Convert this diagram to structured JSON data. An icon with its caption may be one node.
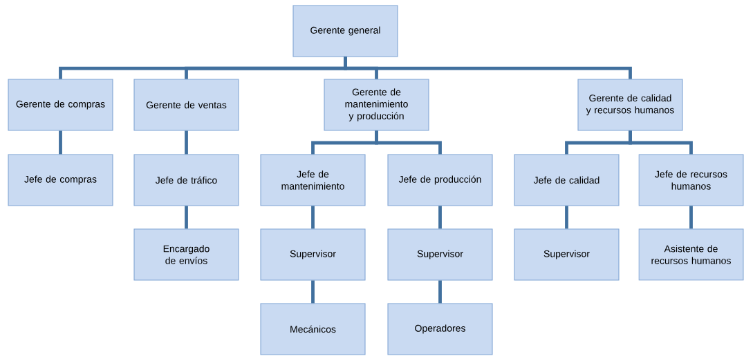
{
  "diagram": {
    "nodes": [
      {
        "text": [
          "Gerente general"
        ]
      },
      {
        "text": [
          "Gerente de compras"
        ]
      },
      {
        "text": [
          "Gerente de ventas"
        ]
      },
      {
        "text": [
          "Gerente de mantenimiento y producción"
        ]
      },
      {
        "text": [
          "Gerente de calidad y recursos humanos"
        ]
      },
      {
        "text": [
          "Jefe de compras"
        ]
      },
      {
        "text": [
          "Jefe de tráfico"
        ]
      },
      {
        "text": [
          "Jefe de mantenimiento"
        ]
      },
      {
        "text": [
          "Jefe de producción"
        ]
      },
      {
        "text": [
          "Jefe de calidad"
        ]
      },
      {
        "text": [
          "Jefe de recursos humanos"
        ]
      },
      {
        "text": [
          "Encargado de envíos"
        ]
      },
      {
        "text": [
          "Supervisor"
        ]
      },
      {
        "text": [
          "Supervisor"
        ]
      },
      {
        "text": [
          "Supervisor"
        ]
      },
      {
        "text": [
          "Asistente de recursos humanos"
        ]
      },
      {
        "text": [
          "Mecánicos"
        ]
      },
      {
        "text": [
          "Operadores"
        ]
      }
    ],
    "edges": [
      {
        "from": 0,
        "to": 1,
        "arrow": "none"
      },
      {
        "from": 0,
        "to": 2,
        "arrow": "none"
      },
      {
        "from": 0,
        "to": 3,
        "arrow": "none"
      },
      {
        "from": 0,
        "to": 4,
        "arrow": "none"
      },
      {
        "from": 1,
        "to": 5,
        "arrow": "none"
      },
      {
        "from": 2,
        "to": 6,
        "arrow": "none"
      },
      {
        "from": 6,
        "to": 11,
        "arrow": "none"
      },
      {
        "from": 3,
        "to": 7,
        "arrow": "none"
      },
      {
        "from": 3,
        "to": 8,
        "arrow": "none"
      },
      {
        "from": 4,
        "to": 9,
        "arrow": "none"
      },
      {
        "from": 4,
        "to": 10,
        "arrow": "none"
      },
      {
        "from": 7,
        "to": 12,
        "arrow": "none"
      },
      {
        "from": 12,
        "to": 16,
        "arrow": "none"
      },
      {
        "from": 8,
        "to": 13,
        "arrow": "none"
      },
      {
        "from": 13,
        "to": 17,
        "arrow": "none"
      },
      {
        "from": 9,
        "to": 14,
        "arrow": "none"
      },
      {
        "from": 10,
        "to": 15,
        "arrow": "none"
      }
    ]
  }
}
